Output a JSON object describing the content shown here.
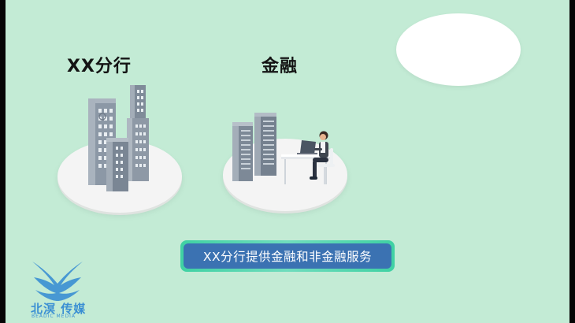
{
  "scene": {
    "left_label": "XX分行",
    "middle_label": "金融",
    "caption": "XX分行提供金融和非金融服务"
  },
  "logo": {
    "text": "北溟 传媒",
    "subtext": "BEADIC MEDIA"
  },
  "colors": {
    "background": "#c3ebd5",
    "caption_fill": "#3b72b2",
    "caption_border": "#3fd1a3",
    "logo": "#3a8fd3"
  }
}
